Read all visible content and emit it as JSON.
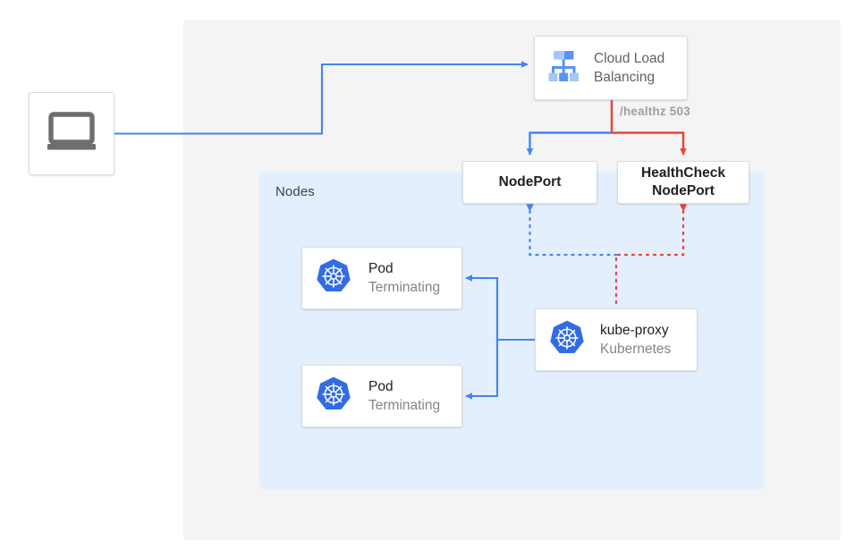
{
  "diagram": {
    "title_region": "kubernetes-load-balancer-health-check-diagram",
    "canvas_background": "#f4f4f5",
    "nodes_panel": {
      "label": "Nodes",
      "background": "#e3effc"
    },
    "colors": {
      "blue": "#4285f4",
      "red": "#ea4335",
      "gray_text": "#80868b",
      "dark_text": "#202124",
      "card_border": "#dadce0",
      "k8s_blue": "#326ce5",
      "laptop_gray": "#6e6e6e"
    },
    "nodes": {
      "client": {
        "icon": "laptop-icon"
      },
      "cloud_load_balancing": {
        "icon": "cloud-load-balancing-icon",
        "title_line1": "Cloud Load",
        "title_line2": "Balancing"
      },
      "nodeport": {
        "label": "NodePort"
      },
      "healthcheck_nodeport": {
        "label_line1": "HealthCheck",
        "label_line2": "NodePort"
      },
      "pod_1": {
        "icon": "kubernetes-icon",
        "title": "Pod",
        "status": "Terminating"
      },
      "pod_2": {
        "icon": "kubernetes-icon",
        "title": "Pod",
        "status": "Terminating"
      },
      "kube_proxy": {
        "icon": "kubernetes-icon",
        "title": "kube-proxy",
        "subtitle": "Kubernetes"
      }
    },
    "edges": {
      "healthz": {
        "label": "/healthz 503",
        "color": "#ea4335"
      },
      "client_to_lb": {
        "color": "#4285f4",
        "style": "solid"
      },
      "lb_to_nodeport": {
        "color": "#4285f4",
        "style": "solid"
      },
      "lb_to_healthcheck": {
        "color": "#ea4335",
        "style": "solid"
      },
      "kubeproxy_to_nodeport": {
        "color": "#4285f4",
        "style": "dotted"
      },
      "kubeproxy_to_healthcheck": {
        "color": "#ea4335",
        "style": "dotted"
      },
      "kubeproxy_to_pods": {
        "color": "#4285f4",
        "style": "solid"
      }
    }
  }
}
